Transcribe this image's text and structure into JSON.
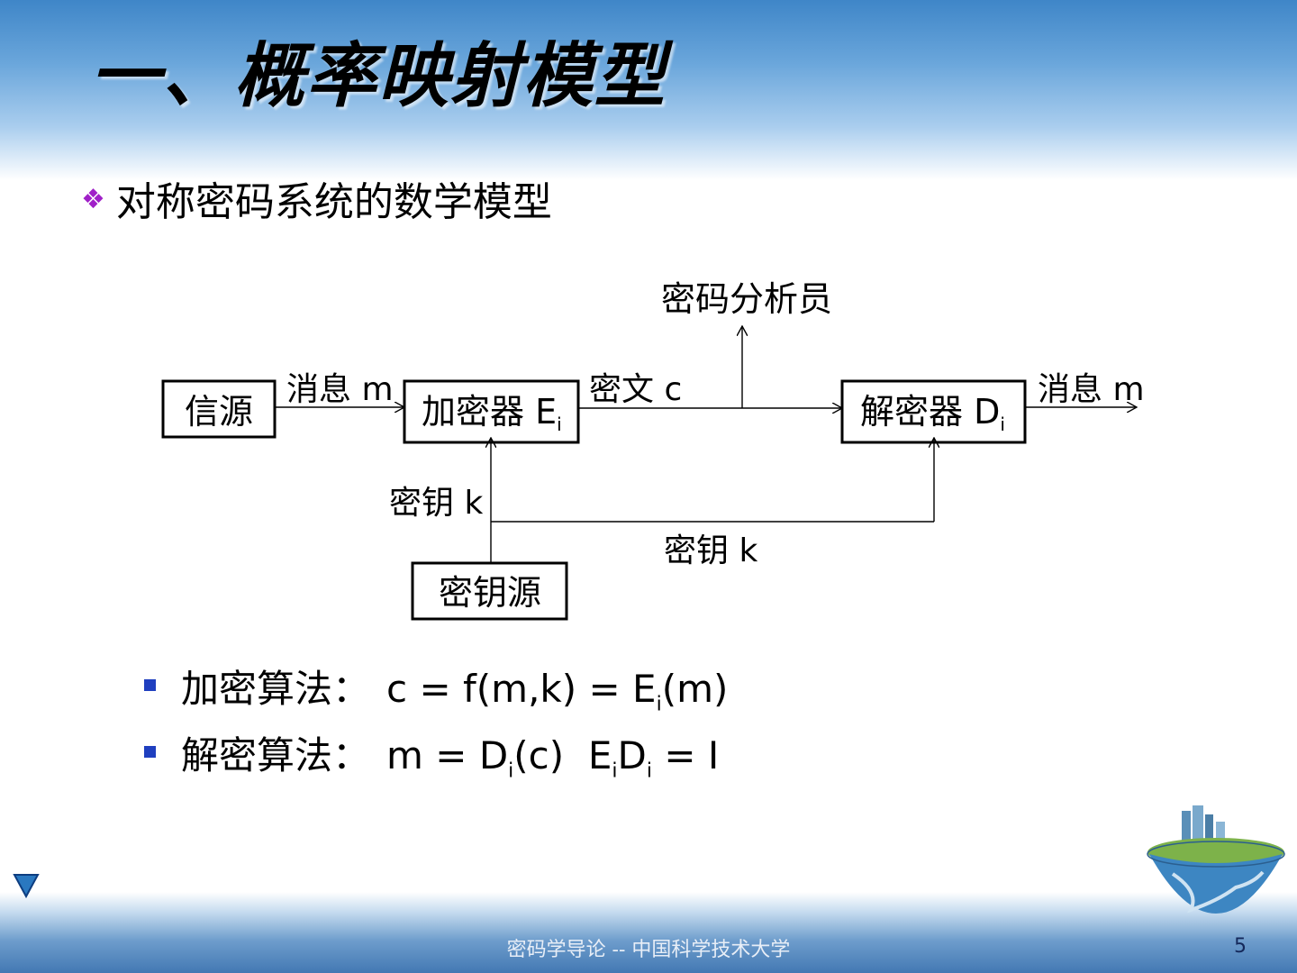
{
  "slide": {
    "title": "一、概率映射模型",
    "bullet": "对称密码系统的数学模型",
    "bullet_icon": "diamond-bullet-icon"
  },
  "diagram": {
    "source": "信源",
    "message_in": "消息 m",
    "encryptor_label": "加密器 E",
    "encryptor_sub": "i",
    "ciphertext": "密文 c",
    "analyst": "密码分析员",
    "decryptor_label": "解密器 D",
    "decryptor_sub": "i",
    "message_out": "消息 m",
    "key_left": "密钥 k",
    "key_bottom": "密钥 k",
    "key_source": "密钥源"
  },
  "formulas": [
    {
      "label": "加密算法：",
      "a": "c = f(m,k) = E",
      "a_sub": "i",
      "b": "(m)"
    },
    {
      "label": "解密算法：",
      "a": "m = D",
      "a_sub": "i",
      "b": "(c)  E",
      "b_sub": "i",
      "c": "D",
      "c_sub": "i",
      "d": " = I"
    }
  ],
  "footer": {
    "text": "密码学导论 -- 中国科学技术大学",
    "page": "5"
  },
  "colors": {
    "header_blue": "#3f86c8",
    "bullet_purple": "#a020c8",
    "sub_bullet_blue": "#1f3fbf"
  }
}
